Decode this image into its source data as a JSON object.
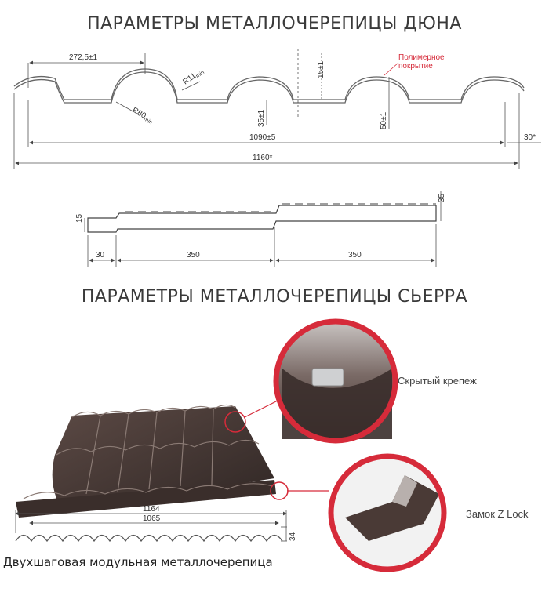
{
  "titles": {
    "duna": "ПАРАМЕТРЫ МЕТАЛЛОЧЕРЕПИЦЫ ДЮНА",
    "sierra": "ПАРАМЕТРЫ МЕТАЛЛОЧЕРЕПИЦЫ СЬЕРРА"
  },
  "profile_dims": {
    "wave_pitch": "272,5±1",
    "r_small": "R11",
    "r_small_sub": "min",
    "r_large": "R80",
    "r_large_sub": "min",
    "height_15": "15±1",
    "height_35": "35±1",
    "height_50": "50±1",
    "coating_line1": "Полимерное",
    "coating_line2": "покрытие",
    "useful_width": "1090±5",
    "overlap": "30*",
    "total_width": "1160*"
  },
  "side_dims": {
    "h15": "15",
    "h35": "35",
    "l30": "30",
    "l350a": "350",
    "l350b": "350"
  },
  "sierra": {
    "callout_fastener": "Скрытый крепеж",
    "callout_lock": "Замок Z Lock",
    "width_1164": "1164",
    "width_1065": "1065",
    "height_34": "34",
    "caption": "Двухшаговая модульная металлочерепица"
  },
  "colors": {
    "accent_red": "#d62b3a",
    "tile_brown": "#4a3a36",
    "line_grey": "#555555"
  }
}
